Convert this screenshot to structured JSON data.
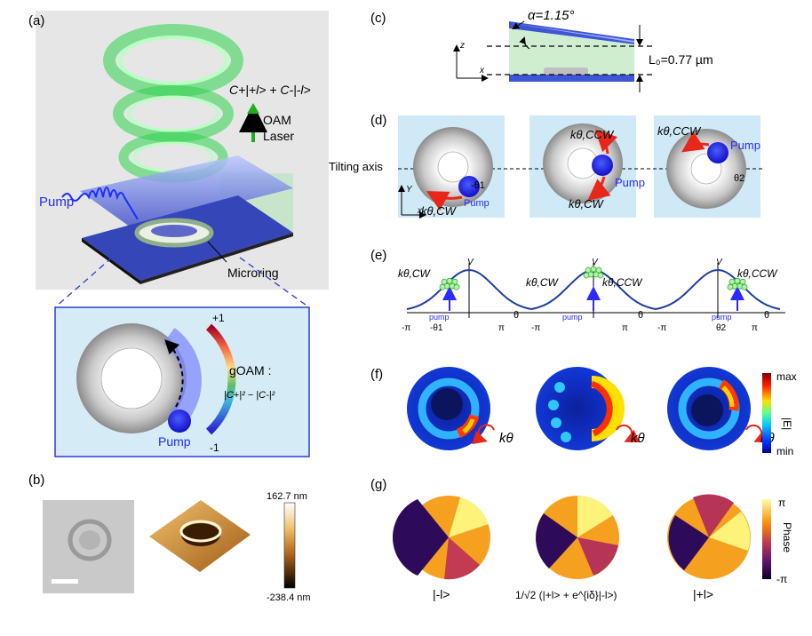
{
  "panels": {
    "a": {
      "label": "(a)",
      "state_formula": "C+|+l> + C-|-l>",
      "oam_label": "OAM",
      "laser_label": "Laser",
      "pump_label": "Pump",
      "microring_label": "Microring",
      "inset": {
        "scale_top": "+1",
        "scale_bottom": "-1",
        "g_label": "gOAM :",
        "g_formula": "|C+|² − |C-|²",
        "pump_label": "Pump"
      }
    },
    "b": {
      "label": "(b)",
      "colorbar_max": "162.7 nm",
      "colorbar_min": "-238.4 nm"
    },
    "c": {
      "label": "(c)",
      "alpha": "α=1.15°",
      "thickness": "L₀=0.77 µm",
      "axis_z": "z",
      "axis_x": "x"
    },
    "d": {
      "label": "(d)",
      "tilting_axis": "Tilting axis",
      "axis_y": "Y",
      "axis_x": "x",
      "items": [
        {
          "k": "kθ,CW",
          "pump": "Pump",
          "theta": "-θ1"
        },
        {
          "k_top": "kθ,CCW",
          "k_bottom": "kθ,CW",
          "pump": "Pump"
        },
        {
          "k": "kθ,CCW",
          "pump": "Pump",
          "theta": "θ2"
        }
      ]
    },
    "e": {
      "label": "(e)",
      "v_label": "V",
      "theta_label": "θ",
      "pump_label": "pump",
      "plots": [
        {
          "k_left": "kθ,CW",
          "ticks": [
            "-π",
            "-θ1",
            "π"
          ]
        },
        {
          "k_left": "kθ,CW",
          "k_right": "kθ,CCW",
          "ticks": [
            "-π",
            "π"
          ]
        },
        {
          "k_right": "kθ,CCW",
          "ticks": [
            "-π",
            "θ2",
            "π"
          ]
        }
      ]
    },
    "f": {
      "label": "(f)",
      "k_label": "kθ",
      "colorbar_max": "max",
      "colorbar_min": "min",
      "colorbar_title": "|E|"
    },
    "g": {
      "label": "(g)",
      "captions": [
        "|-l>",
        "1/√2 (|+l> + e^{iδ}|-l>)",
        "|+l>"
      ],
      "colorbar_max": "π",
      "colorbar_min": "-π",
      "colorbar_title": "Phase"
    }
  },
  "colors": {
    "laser_green": "#2ed14a",
    "pump_blue": "#1f2bff",
    "panel_bg": "#cfe9f6",
    "ring_grey": "#bdbdbd",
    "arrow_red": "#e8261a",
    "curve_blue": "#1f3f9e"
  }
}
